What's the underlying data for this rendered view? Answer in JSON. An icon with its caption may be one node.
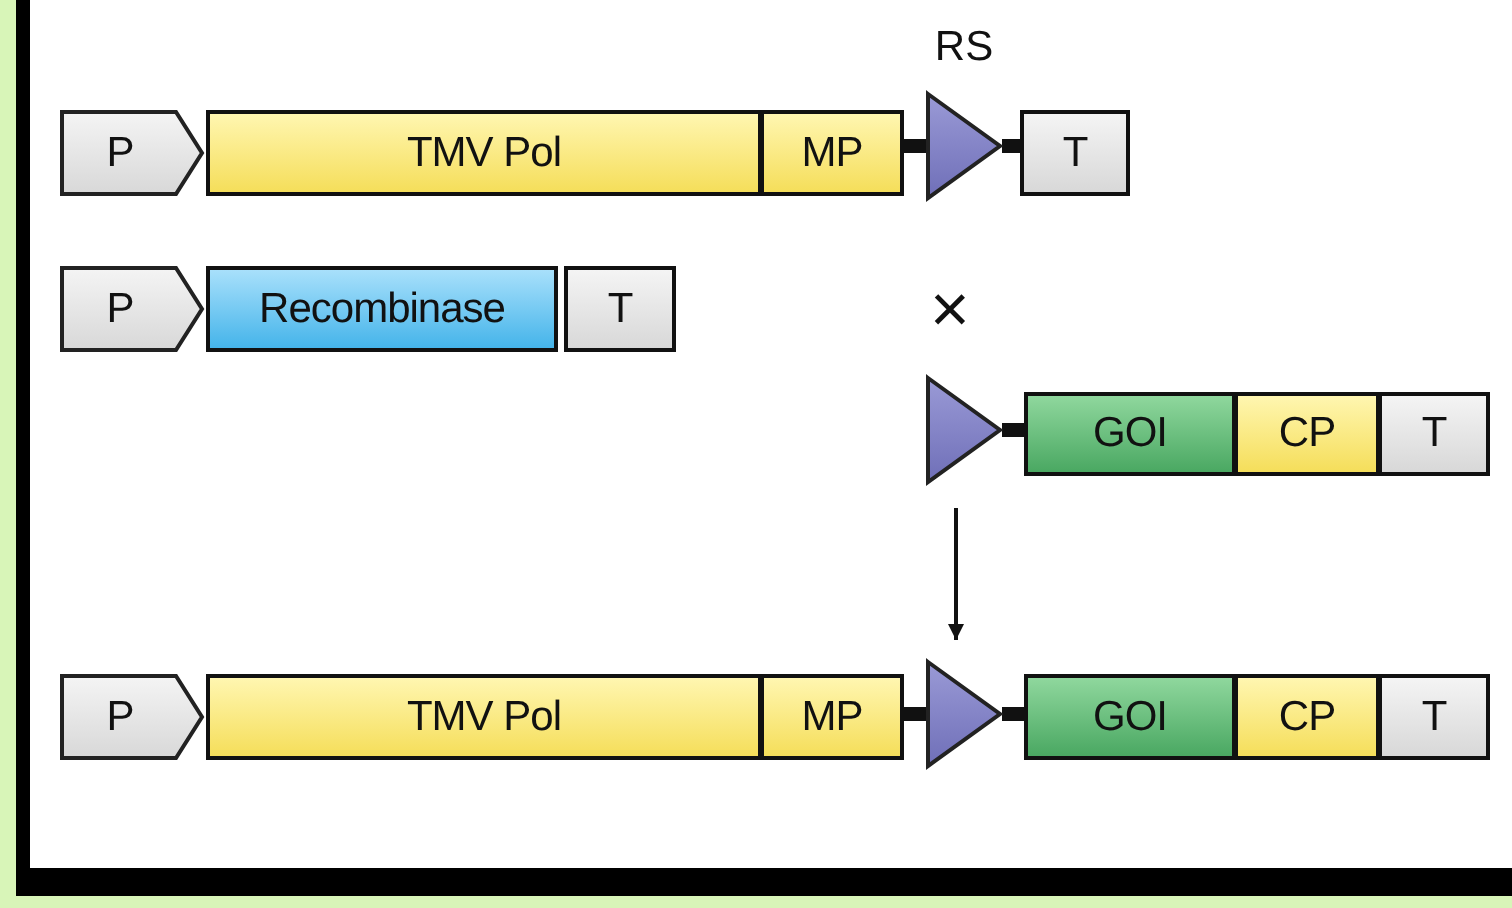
{
  "diagram": {
    "nodes": [
      {
        "text": [
          "P"
        ]
      },
      {
        "text": [
          "TMV Pol"
        ]
      },
      {
        "text": [
          "MP"
        ]
      },
      {
        "text": [],
        "shape": "triangle",
        "beside": [
          "RS"
        ]
      },
      {
        "text": [
          "T"
        ]
      },
      {
        "text": [
          "P"
        ]
      },
      {
        "text": [
          "Recombinase"
        ]
      },
      {
        "text": [
          "T"
        ]
      },
      {
        "text": [],
        "shape": "triangle"
      },
      {
        "text": [
          "GOI"
        ]
      },
      {
        "text": [
          "CP"
        ]
      },
      {
        "text": [
          "T"
        ]
      },
      {
        "text": [
          "P"
        ]
      },
      {
        "text": [
          "TMV Pol"
        ]
      },
      {
        "text": [
          "MP"
        ]
      },
      {
        "text": [],
        "shape": "triangle"
      },
      {
        "text": [
          "GOI"
        ]
      },
      {
        "text": [
          "CP"
        ]
      },
      {
        "text": [
          "T"
        ]
      }
    ],
    "edges": [
      {
        "from": 2,
        "to": 3,
        "arrow": "none"
      },
      {
        "from": 3,
        "to": 4,
        "arrow": "none"
      },
      {
        "from": 8,
        "to": 9,
        "arrow": "none"
      },
      {
        "from": 8,
        "to": 15,
        "arrow": "to"
      },
      {
        "from": 14,
        "to": 15,
        "arrow": "none"
      },
      {
        "from": 15,
        "to": 16,
        "arrow": "none"
      }
    ],
    "labels": [
      "×"
    ]
  }
}
